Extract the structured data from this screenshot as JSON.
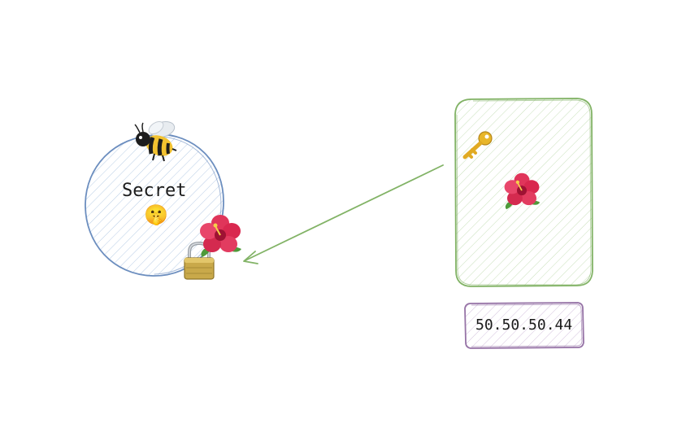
{
  "diagram": {
    "circle_node": {
      "label": "Secret",
      "emoji": "🤫",
      "stroke_color": "#6c8ebf",
      "hatch_color": "#b8cde6"
    },
    "card_node": {
      "stroke_color": "#82b366",
      "hatch_color": "#c9e0bb"
    },
    "ip_box": {
      "label": "50.50.50.44",
      "stroke_color": "#9673a6",
      "hatch_color": "#d5c3de"
    },
    "arrow": {
      "color": "#82b366",
      "from": "card_node",
      "to": "circle_node"
    },
    "icons": {
      "bee": "bee-icon",
      "lock": "lock-icon",
      "flower": "hibiscus-icon",
      "key": "key-icon"
    }
  }
}
